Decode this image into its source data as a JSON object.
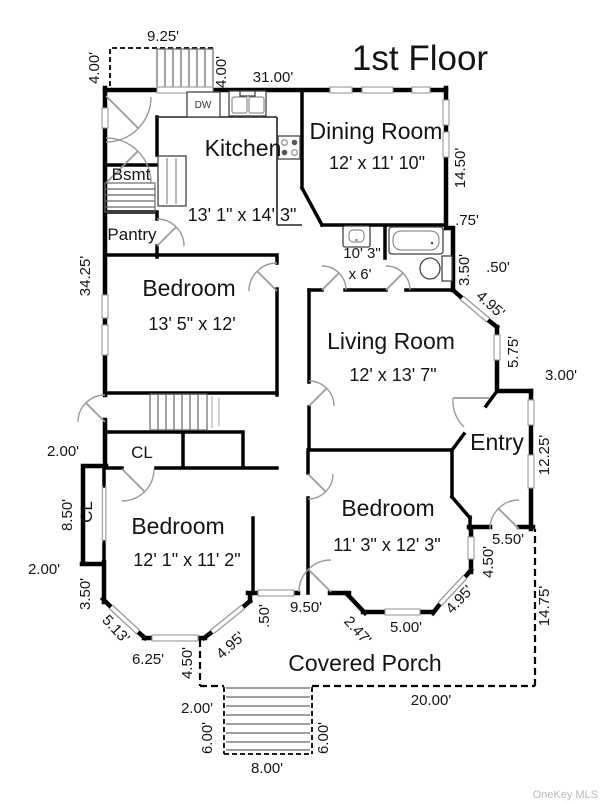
{
  "title": "1st Floor",
  "watermark": "OneKey MLS",
  "rooms": {
    "kitchen": {
      "name": "Kitchen",
      "dims": "13' 1\" x 14' 3\""
    },
    "dining": {
      "name": "Dining Room",
      "dims": "12' x 11' 10\""
    },
    "bedroom_top": {
      "name": "Bedroom",
      "dims": "13' 5\" x 12'"
    },
    "living": {
      "name": "Living Room",
      "dims": "12' x 13' 7\""
    },
    "bath": {
      "line1": "10' 3\"",
      "line2": "x 6'"
    },
    "entry": {
      "name": "Entry"
    },
    "bedroom_right": {
      "name": "Bedroom",
      "dims": "11' 3\" x 12' 3\""
    },
    "bedroom_left": {
      "name": "Bedroom",
      "dims": "12' 1\" x 11' 2\""
    },
    "porch": {
      "name": "Covered Porch"
    },
    "bsmt": {
      "name": "Bsmt"
    },
    "pantry": {
      "name": "Pantry"
    },
    "closet_hall": {
      "name": "CL"
    },
    "closet_bedroom": {
      "name": "CL"
    }
  },
  "fixtures": {
    "dishwasher": "DW"
  },
  "dimensions": {
    "stairs_top_width": "9.25'",
    "landing_left": "4.00'",
    "landing_right": "4.00'",
    "top_wall": "31.00'",
    "right_wall": "14.50'",
    "offset_75": ".75'",
    "bath_right": "3.50'",
    "offset_50_right": ".50'",
    "diag_upper_right": "4.95'",
    "living_right": "5.75'",
    "entry_top": "3.00'",
    "entry_right": "12.25'",
    "left_wall": "34.25'",
    "closet_step_top": "2.00'",
    "closet_left": "8.50'",
    "closet_step_bottom": "2.00'",
    "bay_left_upper": "3.50'",
    "bay_left_diag": "5.13'",
    "bay_left_bottom": "6.25'",
    "porch_left": "4.50'",
    "bay_left_diag_right": "4.95'",
    "front_offset_50": ".50'",
    "front_wall": "9.50'",
    "bay_right_diag_left": "2.47'",
    "bay_right_bottom": "5.00'",
    "bay_right_diag_right": "4.95'",
    "bay_right_upper": "4.50'",
    "entry_bottom": "5.50'",
    "porch_right": "14.75'",
    "porch_bottom": "20.00'",
    "steps_offset": "2.00'",
    "steps_left": "6.00'",
    "steps_right": "6.00'",
    "steps_width": "8.00'"
  }
}
